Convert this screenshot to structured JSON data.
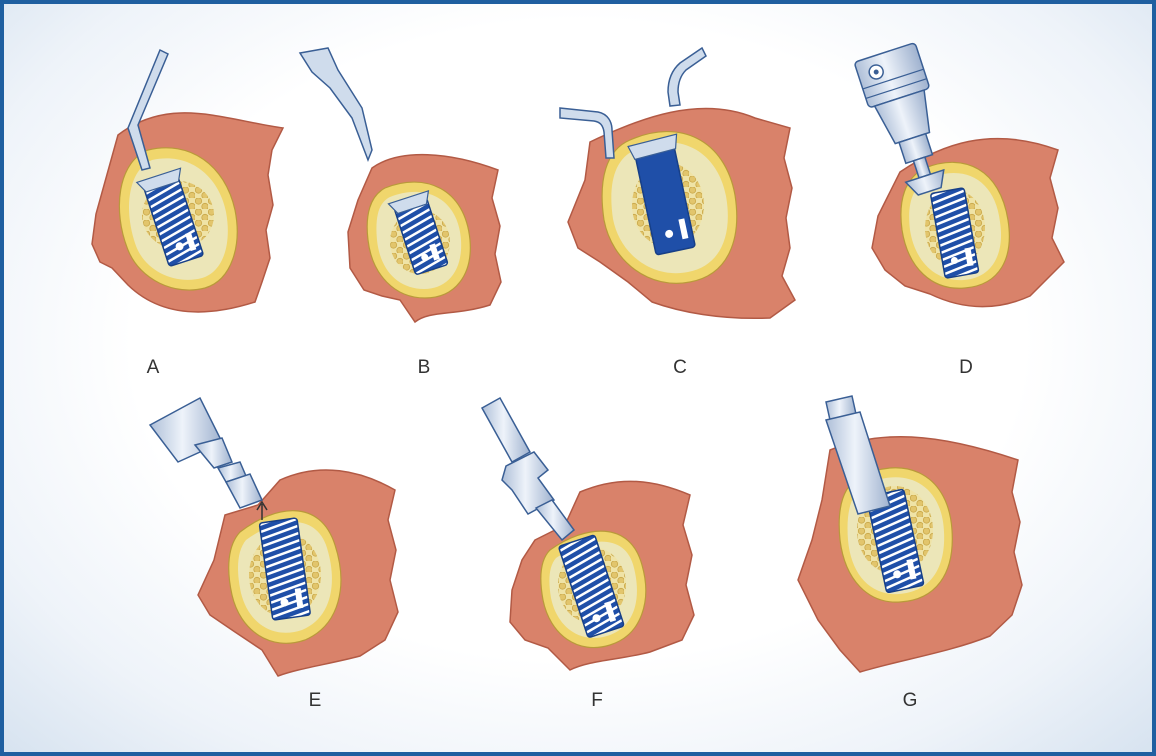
{
  "figure": {
    "panels": [
      {
        "id": "A",
        "label": "A"
      },
      {
        "id": "B",
        "label": "B"
      },
      {
        "id": "C",
        "label": "C"
      },
      {
        "id": "D",
        "label": "D"
      },
      {
        "id": "E",
        "label": "E"
      },
      {
        "id": "F",
        "label": "F"
      },
      {
        "id": "G",
        "label": "G"
      }
    ]
  },
  "colors": {
    "frame_border": "#1f5fa0",
    "gum": "#d9826a",
    "bone_rim": "#f0d66c",
    "bone_interior": "#ece6b8",
    "trabecular_bone": "#e7cf7b",
    "implant": "#1f4fa8",
    "instrument": "#cfdcec"
  }
}
